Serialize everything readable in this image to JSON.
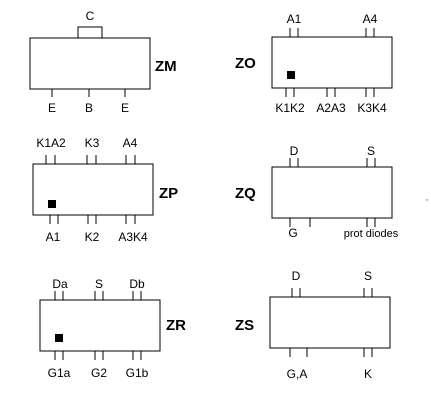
{
  "packages": {
    "zm": {
      "name": "ZM",
      "top_labels": [
        "C"
      ],
      "bottom_labels": [
        "E",
        "B",
        "E"
      ]
    },
    "zo": {
      "name": "ZO",
      "top_labels": [
        "A1",
        "A4"
      ],
      "bottom_labels": [
        "K1K2",
        "A2A3",
        "K3K4"
      ]
    },
    "zp": {
      "name": "ZP",
      "top_labels": [
        "K1A2",
        "K3",
        "A4"
      ],
      "bottom_labels": [
        "A1",
        "K2",
        "A3K4"
      ]
    },
    "zq": {
      "name": "ZQ",
      "top_labels": [
        "D",
        "S"
      ],
      "bottom_labels": [
        "G",
        "prot diodes"
      ]
    },
    "zr": {
      "name": "ZR",
      "top_labels": [
        "Da",
        "S",
        "Db"
      ],
      "bottom_labels": [
        "G1a",
        "G2",
        "G1b"
      ]
    },
    "zs": {
      "name": "ZS",
      "top_labels": [
        "D",
        "S"
      ],
      "bottom_labels": [
        "G,A",
        "K"
      ]
    }
  }
}
